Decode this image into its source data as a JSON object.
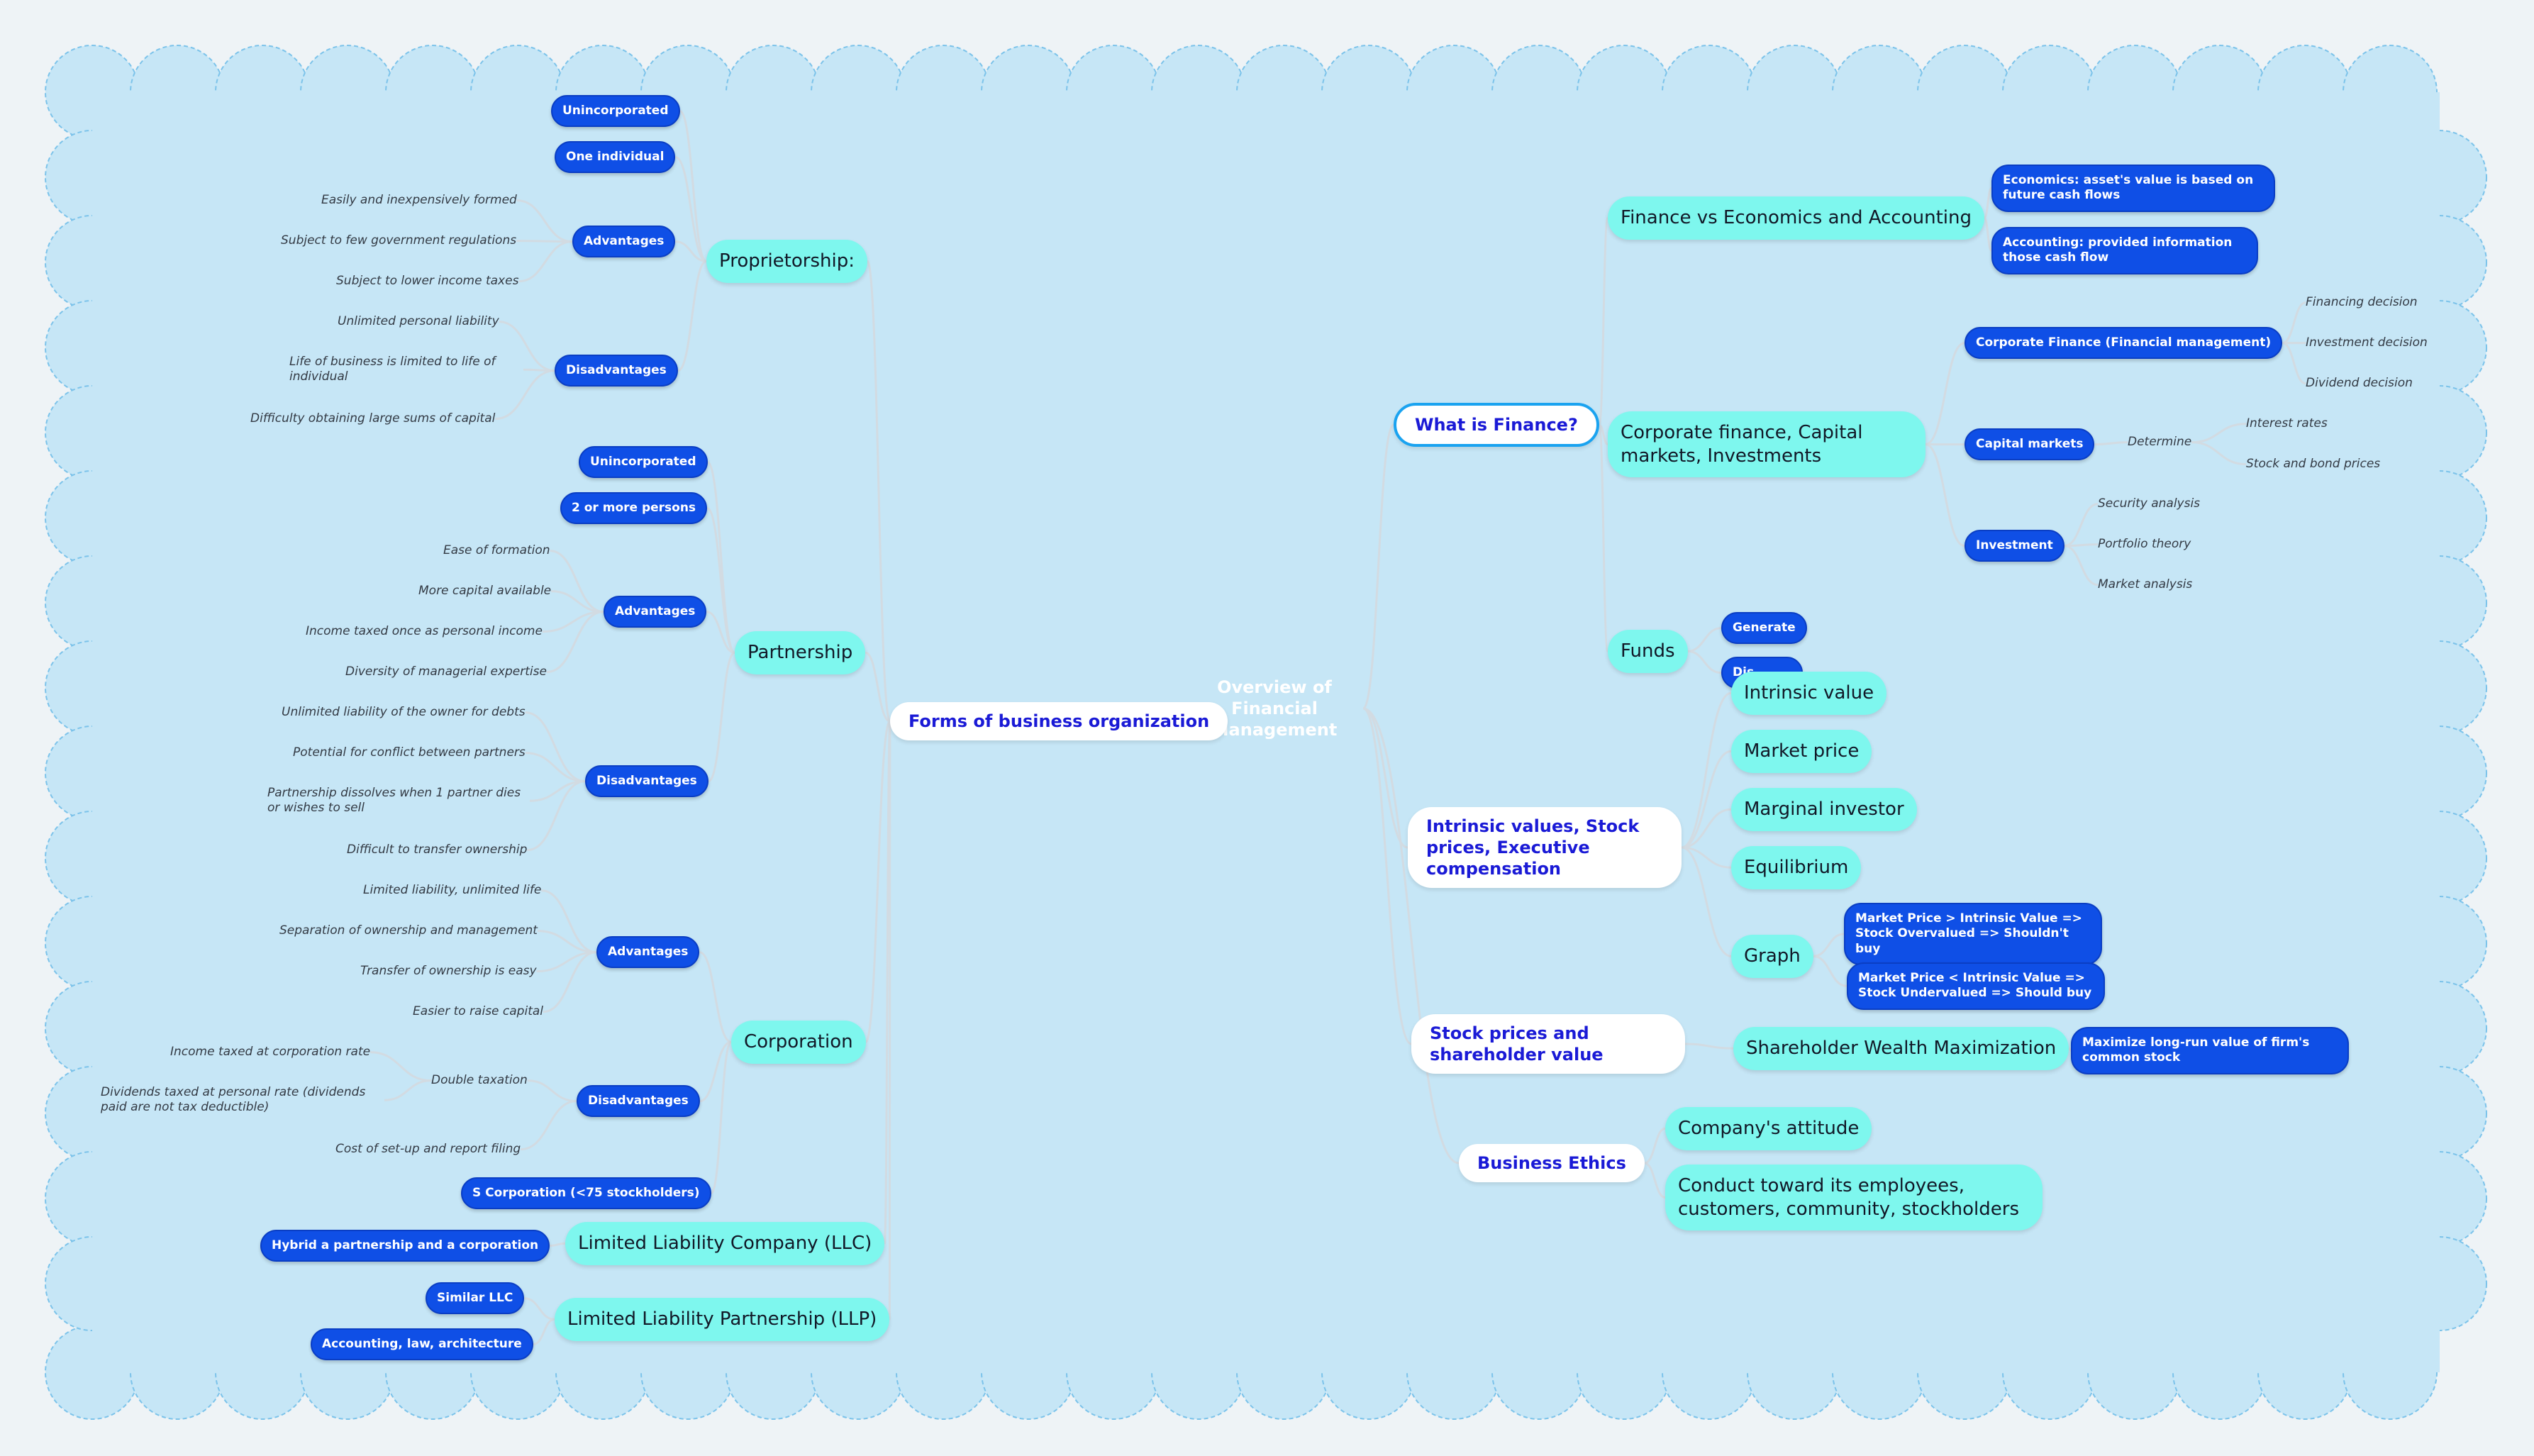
{
  "center": "Overview of Financial Management",
  "left": {
    "forms": "Forms of business organization",
    "proprietorship": {
      "label": "Proprietorship:",
      "unincorporated": "Unincorporated",
      "one_individual": "One individual",
      "advantages": "Advantages",
      "adv_items": [
        "Easily and inexpensively formed",
        "Subject to few government regulations",
        "Subject to lower income taxes"
      ],
      "disadvantages": "Disadvantages",
      "dis_items": [
        "Unlimited personal liability",
        "Life of business is limited to life of individual",
        "Difficulty obtaining large sums of capital"
      ]
    },
    "partnership": {
      "label": "Partnership",
      "unincorporated": "Unincorporated",
      "persons": "2 or more persons",
      "advantages": "Advantages",
      "adv_items": [
        "Ease of formation",
        "More capital available",
        "Income taxed once as personal income",
        "Diversity of managerial expertise"
      ],
      "disadvantages": "Disadvantages",
      "dis_items": [
        "Unlimited liability of the owner for debts",
        "Potential for conflict between partners",
        "Partnership dissolves when 1 partner dies or wishes to sell",
        "Difficult to transfer ownership"
      ]
    },
    "corporation": {
      "label": "Corporation",
      "advantages": "Advantages",
      "adv_items": [
        "Limited liability, unlimited life",
        "Separation of ownership and management",
        "Transfer of ownership is easy",
        "Easier to raise capital"
      ],
      "disadvantages": "Disadvantages",
      "double_taxation": "Double taxation",
      "double_items": [
        "Income taxed at corporation rate",
        "Dividends taxed at personal rate (dividends paid are not tax deductible)"
      ],
      "setup_cost": "Cost of set-up and report filing",
      "s_corp": "S Corporation (<75 stockholders)"
    },
    "llc": {
      "label": "Limited Liability Company (LLC)",
      "item": "Hybrid a partnership and a corporation"
    },
    "llp": {
      "label": "Limited Liability Partnership (LLP)",
      "items": [
        "Similar LLC",
        "Accounting, law, architecture"
      ]
    }
  },
  "right": {
    "what_is_finance": {
      "label": "What is Finance?",
      "fin_vs": "Finance vs Economics and Accounting",
      "fin_vs_items": [
        "Economics: asset's value is based on future cash flows",
        "Accounting: provided information those cash flow"
      ],
      "corp": "Corporate finance, Capital markets, Investments",
      "corp_fin": "Corporate Finance (Financial management)",
      "corp_fin_items": [
        "Financing decision",
        "Investment decision",
        "Dividend decision"
      ],
      "cap_markets": "Capital markets",
      "determine": "Determine",
      "determine_items": [
        "Interest rates",
        "Stock and bond prices"
      ],
      "investment": "Investment",
      "investment_items": [
        "Security analysis",
        "Portfolio theory",
        "Market analysis"
      ],
      "funds": "Funds",
      "funds_items": [
        "Generate",
        "Dis"
      ]
    },
    "intrinsic": {
      "label": "Intrinsic values, Stock prices, Executive compensation",
      "items": [
        "Intrinsic value",
        "Market price",
        "Marginal investor",
        "Equilibrium"
      ],
      "graph": "Graph",
      "graph_items": [
        "Market Price > Intrinsic Value => Stock Overvalued => Shouldn't buy",
        "Market Price < Intrinsic Value => Stock Undervalued => Should buy"
      ]
    },
    "stock_prices": {
      "label": "Stock prices and shareholder value",
      "swm": "Shareholder Wealth Maximization",
      "swm_item": "Maximize long-run value of firm's common stock"
    },
    "ethics": {
      "label": "Business Ethics",
      "items": [
        "Company's attitude",
        "Conduct toward its employees, customers, community, stockholders"
      ]
    }
  }
}
